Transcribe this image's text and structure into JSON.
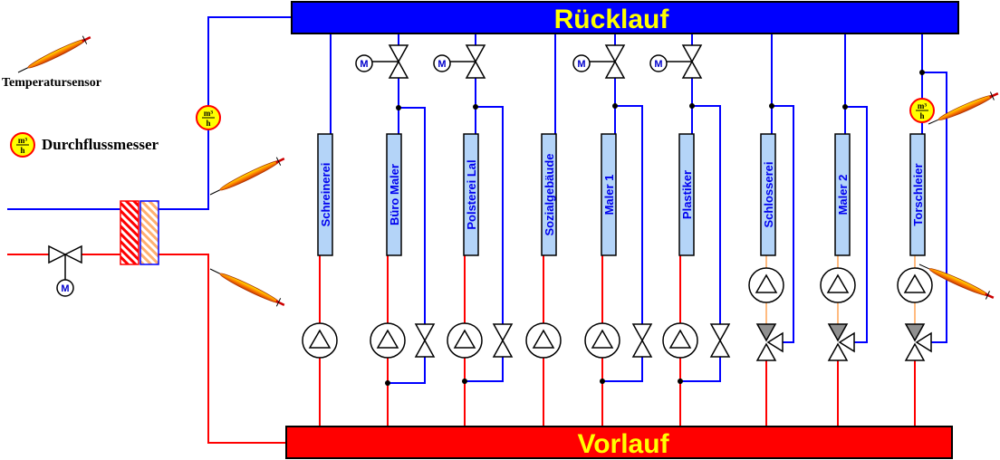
{
  "header_bar": {
    "label": "Rücklauf",
    "color": "#0000ff"
  },
  "footer_bar": {
    "label": "Vorlauf",
    "color": "#ff0000"
  },
  "legend": {
    "temperature_sensor": "Temperatursensor",
    "flow_meter": "Durchflussmesser"
  },
  "symbols": {
    "motor": "M",
    "flow_unit_top": "m³",
    "flow_unit_bottom": "h"
  },
  "circuits": [
    {
      "label": "Schreinerei"
    },
    {
      "label": "Büro Maler"
    },
    {
      "label": "Polsterei Lal"
    },
    {
      "label": "Sozialgebäude"
    },
    {
      "label": "Maler 1"
    },
    {
      "label": "Plastiker"
    },
    {
      "label": "Schlosserei"
    },
    {
      "label": "Maler 2"
    },
    {
      "label": "Torschleier"
    }
  ],
  "colors": {
    "return_pipe": "#0000ff",
    "supply_pipe": "#ff0000",
    "consumer": "#b4d4f8",
    "label_text": "#ffff00",
    "mixed_pipe": "#ffbb80"
  }
}
